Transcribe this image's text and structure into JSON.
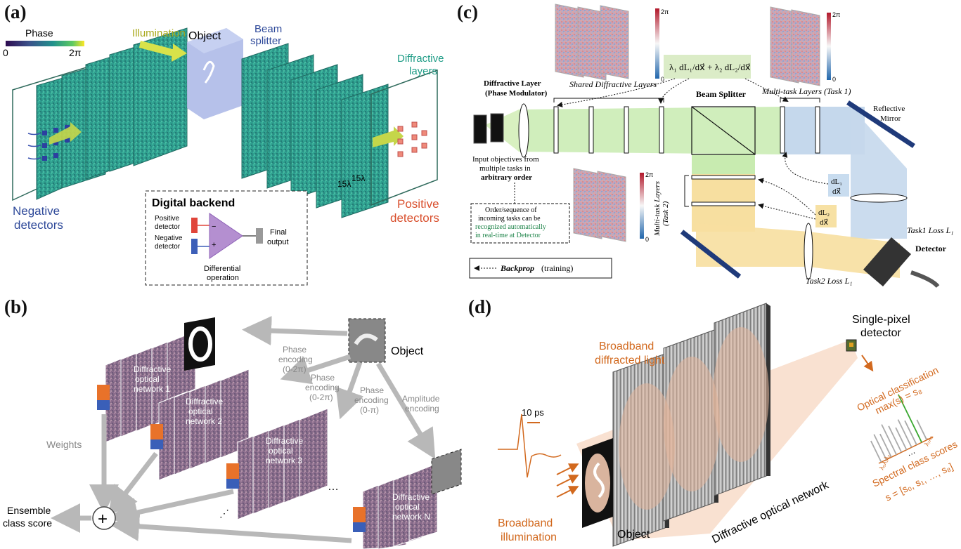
{
  "panels": {
    "a": {
      "label": "(a)",
      "colorbar": {
        "title": "Phase",
        "min": "0",
        "max": "2π"
      },
      "illumination": "Illumination",
      "object": "Object",
      "beam_splitter": [
        "Beam",
        "splitter"
      ],
      "diffractive_layers": [
        "Diffractive",
        "layers"
      ],
      "negative_detectors": [
        "Negative",
        "detectors"
      ],
      "positive_detectors": [
        "Positive",
        "detectors"
      ],
      "scale_1": "15λ",
      "scale_2": "15λ",
      "backend": {
        "title": "Digital backend",
        "positive_detector": [
          "Positive",
          "detector"
        ],
        "negative_detector": [
          "Negative",
          "detector"
        ],
        "minus": "−",
        "plus": "+",
        "final_output": [
          "Final",
          "output"
        ],
        "differential": [
          "Differential",
          "operation"
        ]
      }
    },
    "b": {
      "label": "(b)",
      "object": "Object",
      "networks": [
        [
          "Diffractive",
          "optical",
          "network 1"
        ],
        [
          "Diffractive",
          "optical",
          "network 2"
        ],
        [
          "Diffractive",
          "optical",
          "network 3"
        ],
        [
          "Diffractive",
          "optical",
          "network N"
        ]
      ],
      "encodings": [
        [
          "Phase",
          "encoding",
          "(0-2π)"
        ],
        [
          "Phase",
          "encoding",
          "(0-2π)"
        ],
        [
          "Phase",
          "encoding",
          "(0-π)"
        ],
        [
          "Amplitude",
          "encoding"
        ]
      ],
      "weights": "Weights",
      "ensemble": [
        "Ensemble",
        "class score"
      ],
      "plus_symbol": "+",
      "dots_1": "…",
      "dots_2": "⋰"
    },
    "c": {
      "label": "(c)",
      "colorbar_top": {
        "max": "2π",
        "min": "0"
      },
      "colorbar_right": {
        "max": "2π",
        "min": "0"
      },
      "colorbar_mid": {
        "max": "2π",
        "min": "0"
      },
      "shared_layers": "Shared Diffractive Layers",
      "multitask_1": "Multi-task Layers (Task 1)",
      "multitask_2": [
        "Multi-task Layers",
        "(Task 2)"
      ],
      "diffractive_layer": [
        "Diffractive Layer",
        "(Phase Modulator)"
      ],
      "beam_splitter": "Beam Splitter",
      "reflective_mirror": [
        "Reflective",
        "Mirror"
      ],
      "input_text": [
        "Input objectives from",
        "multiple tasks in",
        "arbitrary order"
      ],
      "order_text": [
        "Order/sequence of",
        "incoming tasks can be",
        "recognized automatically",
        "in real-time at Detector"
      ],
      "backprop": [
        "Backprop",
        " (training)"
      ],
      "loss_formula": "λ₁ dL₁/dx⃗ + λ₂ dL₂/dx⃗",
      "grad_1": [
        "dL₁",
        "dx⃗"
      ],
      "grad_2": [
        "dL₂",
        "dx⃗"
      ],
      "task1_loss": "Task1 Loss L₁",
      "task2_loss": "Task2 Loss L₁",
      "detector": "Detector"
    },
    "d": {
      "label": "(d)",
      "single_pixel": [
        "Single-pixel",
        "detector"
      ],
      "broadband_diffracted": [
        "Broadband",
        "diffracted light"
      ],
      "optical_classification": [
        "Optical classification",
        "max(s) = s₈"
      ],
      "spectral_scores": [
        "Spectral class scores",
        "s = [s₀, s₁, …, s₈]"
      ],
      "lambda_low": "λ₀λ₁λ₂",
      "lambda_high": "λ₇λ₈",
      "dots": "…",
      "pulse_scale": "10 ps",
      "broadband_illumination": [
        "Broadband",
        "illumination"
      ],
      "object": "Object",
      "network": "Diffractive optical network",
      "spectral_values": [
        0.42,
        0.5,
        0.46,
        0.6,
        0.52,
        0.44,
        0.55,
        0.48,
        0.95,
        0.4
      ]
    }
  },
  "colors": {
    "orange": "#d2691e",
    "navy": "#1f3a7a",
    "green_text": "#1e8449",
    "layer_teal": "#2f9e8f",
    "grey_arrow": "#b8b8b8"
  }
}
